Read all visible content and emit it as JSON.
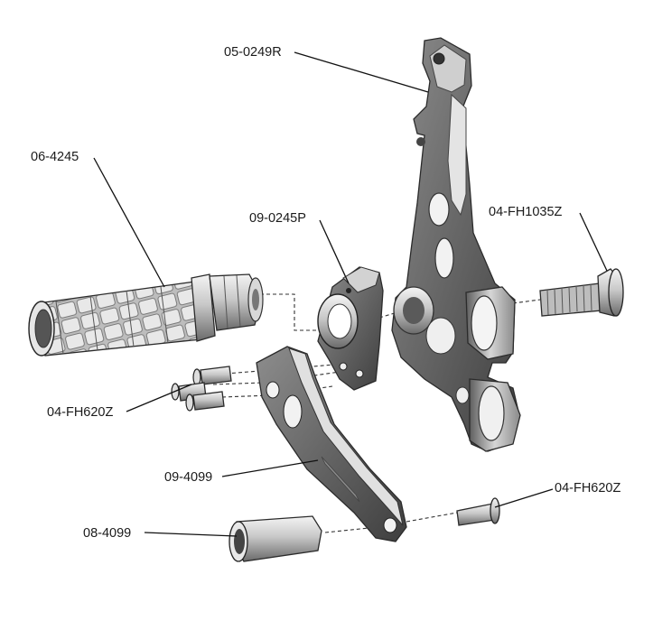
{
  "labels": {
    "rearset_bracket": "05-0249R",
    "footpeg": "06-4245",
    "pivot_clamp": "09-0245P",
    "bolt_long": "04-FH1035Z",
    "bolts_left": "04-FH620Z",
    "lever": "09-4099",
    "spacer": "08-4099",
    "bolt_right": "04-FH620Z"
  },
  "colors": {
    "metal_light": "#dcdcdc",
    "metal_mid": "#a8a8a8",
    "metal_dark": "#4a4a4a",
    "line": "#111111"
  }
}
